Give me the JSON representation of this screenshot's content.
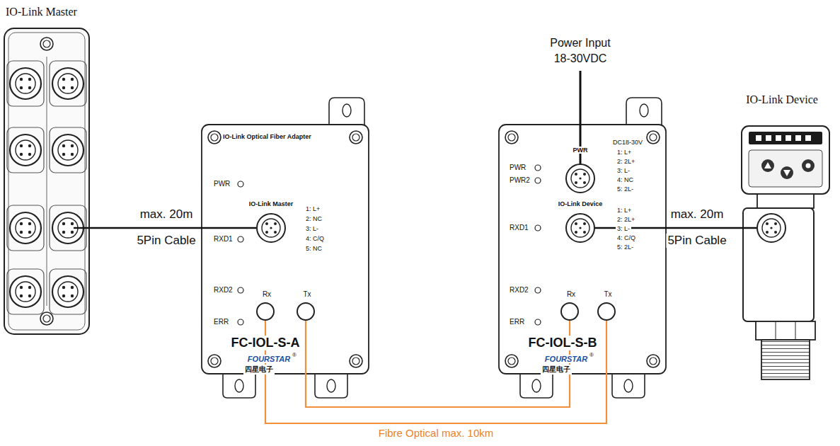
{
  "diagram": {
    "nodes": [
      {
        "text": [
          "IO-Link Master"
        ]
      },
      {
        "text": [
          "IO-Link Optical Fiber Adapter",
          "FC-IOL-S-A"
        ]
      },
      {
        "text": [
          "Rx"
        ],
        "in": 1
      },
      {
        "text": [
          "Tx"
        ],
        "in": 1
      },
      {
        "text": [
          "FC-IOL-S-B"
        ]
      },
      {
        "text": [
          "Rx"
        ],
        "in": 4
      },
      {
        "text": [
          "Tx"
        ],
        "in": 4
      },
      {
        "text": [
          "IO-Link Device"
        ]
      }
    ],
    "edges": [
      {
        "from": 0,
        "to": 1,
        "arrow": "none"
      },
      {
        "from": 2,
        "to": 6,
        "arrow": "none",
        "label": "Fibre Optical max. 10km"
      },
      {
        "from": 3,
        "to": 5,
        "arrow": "none"
      },
      {
        "from": 4,
        "to": 7,
        "arrow": "none"
      }
    ],
    "labels": [
      "max. 20m",
      "5Pin Cable",
      "PWR",
      "IO-Link Master",
      "1: L+",
      "2: NC",
      "3: L-",
      "4: C/Q",
      "5: NC",
      "RXD1",
      "RXD2",
      "ERR",
      "FOURSTAR",
      "®",
      "四星电子",
      "Power Input 18-30VDC",
      "PWR",
      "DC18-30V",
      "1: L+",
      "2: 2L+",
      "3: L-",
      "4: NC",
      "5: 2L-",
      "PWR",
      "PWR2",
      "IO-Link Device",
      "1: L+",
      "2: 2L+",
      "3: L-",
      "4: C/Q",
      "5: 2L-",
      "RXD1",
      "RXD2",
      "ERR",
      "FOURSTAR",
      "®",
      "四星电子",
      "max. 20m",
      "5Pin Cable"
    ]
  }
}
